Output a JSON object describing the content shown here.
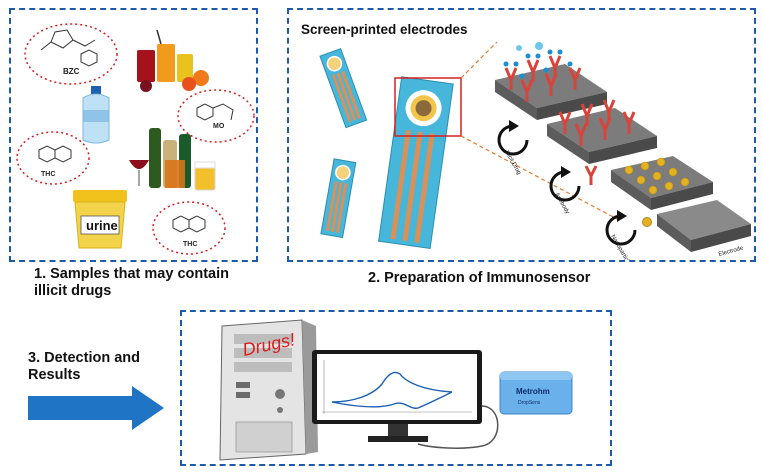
{
  "panel1": {
    "caption_line1": "1. Samples that may contain",
    "caption_line2": "illicit drugs",
    "labels": {
      "bzc": "BZC",
      "mo": "MO",
      "thc_left": "THC",
      "thc_right": "THC",
      "urine": "urine"
    }
  },
  "panel2": {
    "title": "Screen-printed electrodes",
    "caption": "2. Preparation of Immunosensor",
    "step_labels": {
      "illicit_drug": "Illicit Drug",
      "antibody": "Antibody",
      "nanoparticle": "Nanoparticle",
      "electrode": "Electrode"
    }
  },
  "panel3": {
    "caption_line1": "3. Detection and",
    "caption_line2": "Results",
    "drugs_text": "Drugs!",
    "device_brand": "Metrohm",
    "device_sub": "DropSens"
  },
  "colors": {
    "dashed_border": "#1e5aa8",
    "arrow": "#1f74c6",
    "drugs_text": "#e01b1b",
    "electrode_tan": "#d9915a",
    "antibody": "#d8433a",
    "nanoparticle": "#e2b21f"
  }
}
